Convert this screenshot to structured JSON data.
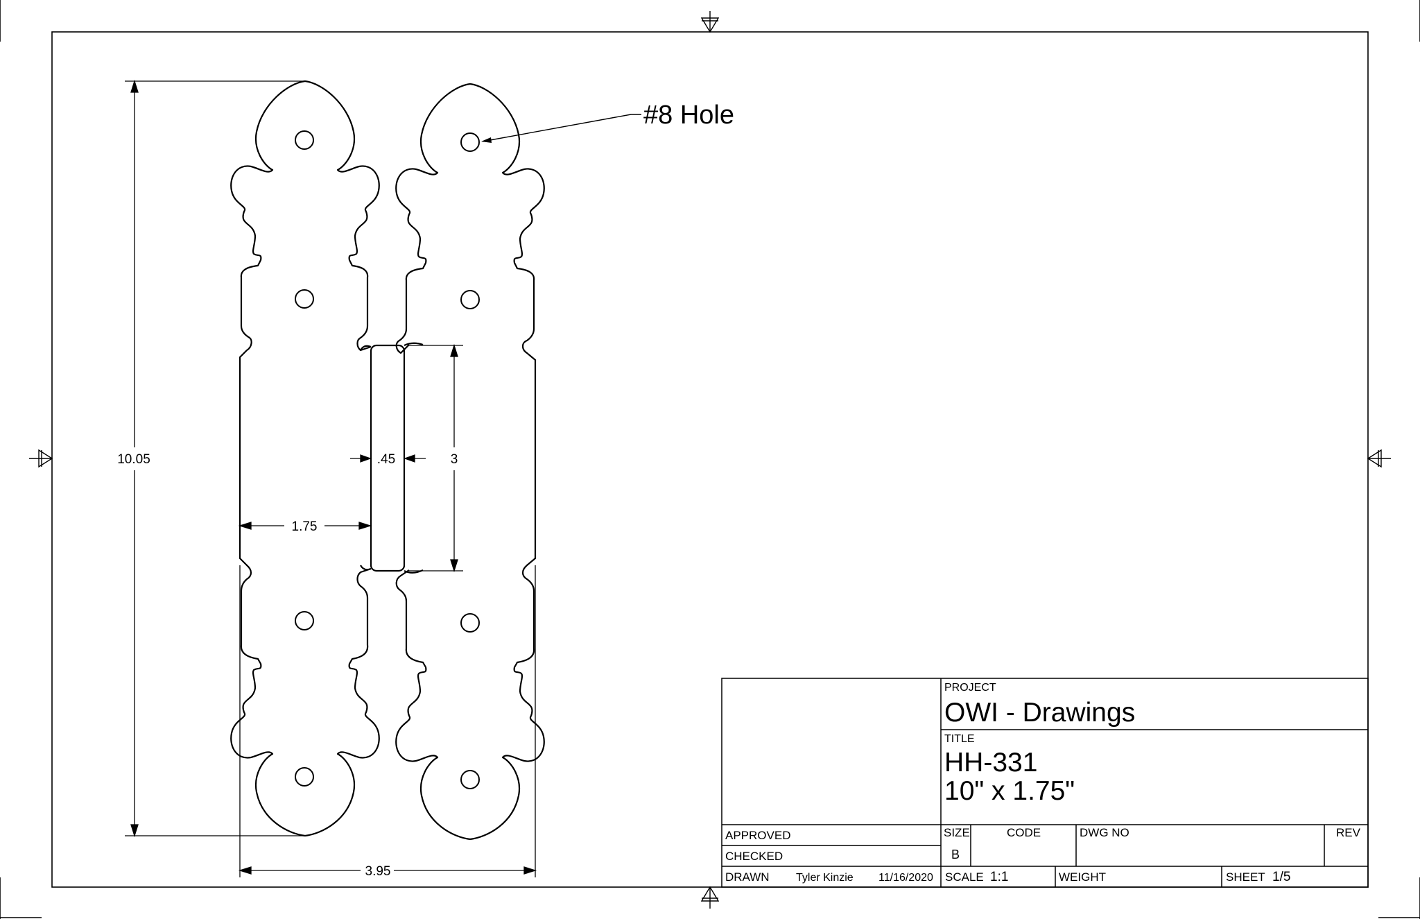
{
  "callout": {
    "hole_label": "#8 Hole"
  },
  "dimensions": {
    "overall_height": "10.05",
    "slot_width": ".45",
    "slot_length": "3",
    "leaf_width": "1.75",
    "overall_width": "3.95"
  },
  "title_block": {
    "project_label": "PROJECT",
    "project_value": "OWI - Drawings",
    "title_label": "TITLE",
    "title_line1": "HH-331",
    "title_line2": "10\" x 1.75\"",
    "approved_label": "APPROVED",
    "checked_label": "CHECKED",
    "drawn_label": "DRAWN",
    "drawn_by": "Tyler Kinzie",
    "drawn_date": "11/16/2020",
    "size_label": "SIZE",
    "size_value": "B",
    "code_label": "CODE",
    "dwg_no_label": "DWG NO",
    "rev_label": "REV",
    "scale_label": "SCALE",
    "scale_value": "1:1",
    "weight_label": "WEIGHT",
    "sheet_label": "SHEET",
    "sheet_value": "1/5"
  }
}
